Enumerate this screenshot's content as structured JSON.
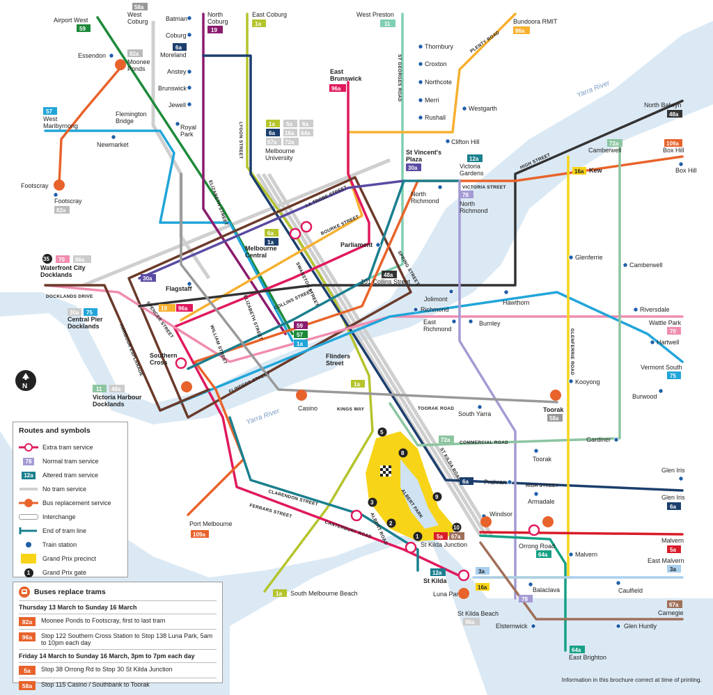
{
  "colors": {
    "extra": "#e0195e",
    "normal": "#a49bd3",
    "altered": "#1a7f8e",
    "notram": "#cfcfcf",
    "bus": "#e8632b",
    "precinct": "#f7d417",
    "water": "#dbe9f4"
  },
  "river_labels": [
    "Yarra River",
    "Yarra River"
  ],
  "stations": [
    "Essendon",
    "Moonee Ponds",
    "Flemington Bridge",
    "Newmarket",
    "West Maribyrnong",
    "Footscray",
    "Footscray",
    "Batman",
    "Coburg",
    "Moreland",
    "Anstey",
    "Brunswick",
    "Jewell",
    "Royal Park",
    "Melbourne University",
    "Thornbury",
    "Croxton",
    "Northcote",
    "Merri",
    "Rushall",
    "Westgarth",
    "Clifton Hill",
    "Victoria Gardens",
    "North Richmond",
    "North Richmond",
    "Melbourne Central",
    "Parliament",
    "Flagstaff",
    "101 Collins Street",
    "Jolimont",
    "Richmond",
    "East Richmond",
    "Burnley",
    "Hawthorn",
    "Glenferrie",
    "Camberwell",
    "Riversdale",
    "Hartwell",
    "Burwood",
    "Kooyong",
    "Gardiner",
    "Toorak",
    "South Yarra",
    "Prahran",
    "Armadale",
    "Windsor",
    "Orrong Road",
    "Malvern",
    "Balaclava",
    "Caulfield",
    "Glen Huntly",
    "Elsternwick",
    "St Kilda Beach",
    "Luna Park",
    "St Kilda Junction",
    "Casino",
    "Southern Cross",
    "Flinders Street",
    "Central Pier Docklands",
    "Victoria Harbour Docklands",
    "Port Melbourne",
    "South Melbourne Beach",
    "Waterfront City Docklands",
    "Box Hill",
    "Glen Iris",
    "Glen Iris",
    "Camberwell",
    "Kew",
    "Vermont South",
    "Wattle Park",
    "Malvern",
    "East Malvern",
    "Carnegie",
    "Bundoora RMIT",
    "West Preston",
    "East Brunswick",
    "East Coburg",
    "North Coburg",
    "West Coburg",
    "Airport West",
    "North Balwyn",
    "St Kilda",
    "St Vincent's Plaza",
    "East Brighton",
    "Toorak"
  ],
  "station_label_text": {
    "essendon": "Essendon",
    "moonee_ponds": "Moonee\nPonds",
    "flemington": "Flemington\nBridge",
    "newmarket": "Newmarket",
    "west_maribyrnong": "West\nMaribyrnong",
    "footscray_l": "Footscray",
    "footscray_s": "Footscray",
    "batman": "Batman",
    "coburg": "Coburg",
    "moreland": "Moreland",
    "anstey": "Anstey",
    "brunswick": "Brunswick",
    "jewell": "Jewell",
    "royal_park": "Royal\nPark",
    "melb_uni": "Melbourne\nUniversity",
    "thornbury": "Thornbury",
    "croxton": "Croxton",
    "northcote": "Northcote",
    "merri": "Merri",
    "rushall": "Rushall",
    "westgarth": "Westgarth",
    "clifton_hill": "Clifton Hill",
    "victoria_gardens": "Victoria\nGardens",
    "north_richmond_a": "North\nRichmond",
    "north_richmond_b": "North\nRichmond",
    "melbourne_central": "Melbourne\nCentral",
    "parliament": "Parliament",
    "flagstaff": "Flagstaff",
    "collins101": "101 Collins Street",
    "jolimont": "Jolimont",
    "richmond": "Richmond",
    "east_richmond": "East\nRichmond",
    "burnley": "Burnley",
    "hawthorn": "Hawthorn",
    "glenferrie": "Glenferrie",
    "camberwell_s": "Camberwell",
    "riversdale": "Riversdale",
    "hartwell": "Hartwell",
    "burwood": "Burwood",
    "kooyong": "Kooyong",
    "gardiner": "Gardiner",
    "toorak_s": "Toorak",
    "south_yarra": "South Yarra",
    "prahran": "Prahran",
    "armadale": "Armadale",
    "windsor": "Windsor",
    "orrong": "Orrong Road",
    "malvern_s": "Malvern",
    "balaclava": "Balaclava",
    "caulfield": "Caulfield",
    "glen_huntly": "Glen Huntly",
    "elsternwick": "Elsternwick",
    "st_kilda_beach": "St Kilda Beach",
    "luna_park": "Luna Park",
    "st_kilda_junction": "St Kilda Junction",
    "casino": "Casino",
    "southern_cross": "Southern\nCross",
    "flinders_street": "Flinders\nStreet",
    "central_pier": "Central Pier\nDocklands",
    "victoria_harbour": "Victoria Harbour\nDocklands",
    "port_melbourne": "Port Melbourne",
    "south_melb_beach": "South Melbourne Beach",
    "waterfront": "Waterfront City\nDocklands",
    "box_hill_t": "Box Hill",
    "box_hill_s": "Box Hill",
    "glen_iris_s": "Glen Iris",
    "glen_iris_t": "Glen Iris",
    "camberwell_t": "Camberwell",
    "kew": "Kew",
    "vermont_south": "Vermont South",
    "wattle_park": "Wattle Park",
    "malvern_t": "Malvern",
    "east_malvern": "East Malvern",
    "carnegie": "Carnegie",
    "bundoora": "Bundoora RMIT",
    "west_preston": "West Preston",
    "east_brunswick": "East\nBrunswick",
    "east_coburg": "East Coburg",
    "north_coburg": "North\nCoburg",
    "west_coburg": "West\nCoburg",
    "airport_west": "Airport West",
    "north_balwyn": "North Balwyn",
    "st_kilda": "St Kilda",
    "st_vincents": "St Vincent's\nPlaza",
    "east_brighton": "East Brighton",
    "toorak_t": "Toorak"
  },
  "streets": [
    "LA TROBE STREET",
    "BOURKE STREET",
    "COLLINS STREET",
    "FLINDERS STREET",
    "SPENCER STREET",
    "WILLIAM STREET",
    "ELIZABETH STREET",
    "SWANSTON STREET",
    "SPRING STREET",
    "LYGON STREET",
    "ST GEORGES ROAD",
    "PLENTY ROAD",
    "HIGH STREET",
    "VICTORIA STREET",
    "GLENFERRIE ROAD",
    "TOORAK ROAD",
    "KINGS WAY",
    "COMMERCIAL ROAD",
    "ST KILDA ROAD",
    "CLARENDON STREET",
    "FERRARS STREET",
    "CANTERBURY ROAD",
    "ALBERT ROAD",
    "ALBERT PARK",
    "HARBOUR ESPLANADE",
    "DOCKLANDS DRIVE",
    "HIGH STREET",
    "ELIZABETH STREET"
  ],
  "route_badges": [
    "59",
    "57",
    "82a",
    "82a",
    "11",
    "1a",
    "1a",
    "19",
    "6a",
    "6a",
    "86a",
    "96a",
    "30a",
    "35",
    "70",
    "86a",
    "30a",
    "75",
    "48a",
    "11",
    "48a",
    "12a",
    "78",
    "109a",
    "72a",
    "16a",
    "70",
    "75",
    "58a",
    "72a",
    "6a",
    "5a",
    "64a",
    "3a",
    "16a",
    "78",
    "67a",
    "12a",
    "109a",
    "64a",
    "5a",
    "6a",
    "3a",
    "67a",
    "1a",
    "96a",
    "19",
    "59",
    "57",
    "1a",
    "6a",
    "1a",
    "3a",
    "5a",
    "6a",
    "16a",
    "64a",
    "67a",
    "72a",
    "58a",
    "48a",
    "96a",
    "86a"
  ],
  "gates": [
    "1",
    "2",
    "3",
    "5",
    "8",
    "9",
    "10"
  ],
  "legend": {
    "title": "Routes and symbols",
    "items": [
      "Extra tram service",
      "Normal tram service",
      "Altered tram service",
      "No tram service",
      "Bus replacement service",
      "Interchange",
      "End of tram line",
      "Train station",
      "Grand Prix precinct",
      "Grand Prix gate"
    ],
    "badge_normal": "78",
    "badge_altered": "12a",
    "gate_num": "1"
  },
  "buses": {
    "title": "Buses replace trams",
    "period1": "Thursday 13 March to Sunday 16 March",
    "period2": "Friday 14 March to Sunday 16 March, 3pm to 7pm each day",
    "rows1": [
      {
        "route": "82a",
        "text": "Moonee Ponds to Footscray, first to last tram"
      },
      {
        "route": "96a",
        "text": "Stop 122 Southern Cross Station to Stop 138 Luna Park, 5am to 10pm each day"
      }
    ],
    "rows2": [
      {
        "route": "5a",
        "text": "Stop 38 Orrong Rd to Stop 30 St Kilda Junction"
      },
      {
        "route": "58a",
        "text": "Stop 115 Casino / Southbank to Toorak"
      }
    ]
  },
  "footnote": "Information in this brochure correct at time of printing.",
  "compass": "N"
}
